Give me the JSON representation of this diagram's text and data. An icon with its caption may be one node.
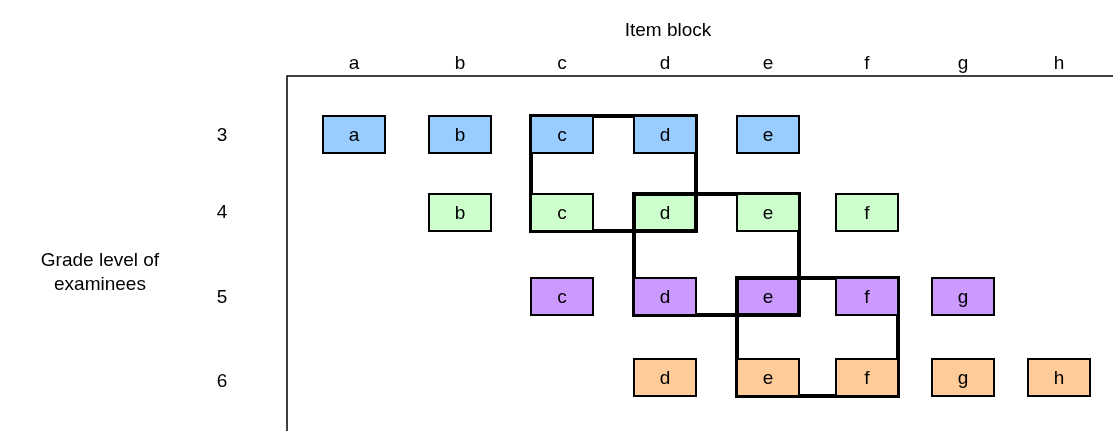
{
  "diagram": {
    "nodes": [
      {
        "text": [],
        "shape": "box"
      },
      {
        "text": [],
        "shape": "box"
      },
      {
        "text": [],
        "shape": "box"
      },
      {
        "text": [
          "a"
        ]
      },
      {
        "text": [
          "b"
        ]
      },
      {
        "text": [
          "c"
        ],
        "in": 0
      },
      {
        "text": [
          "d"
        ],
        "in": 0
      },
      {
        "text": [
          "e"
        ]
      },
      {
        "text": [
          "b"
        ]
      },
      {
        "text": [
          "c"
        ],
        "in": 0
      },
      {
        "text": [
          "d"
        ]
      },
      {
        "text": [
          "e"
        ],
        "in": 1
      },
      {
        "text": [
          "f"
        ]
      },
      {
        "text": [
          "c"
        ]
      },
      {
        "text": [
          "d"
        ],
        "in": 1
      },
      {
        "text": [
          "e"
        ]
      },
      {
        "text": [
          "f"
        ],
        "in": 2
      },
      {
        "text": [
          "g"
        ]
      },
      {
        "text": [
          "d"
        ]
      },
      {
        "text": [
          "e"
        ],
        "in": 2
      },
      {
        "text": [
          "f"
        ],
        "in": 2
      },
      {
        "text": [
          "g"
        ]
      },
      {
        "text": [
          "h"
        ]
      }
    ],
    "labels": [
      "Item block",
      "a",
      "b",
      "c",
      "d",
      "e",
      "f",
      "g",
      "h",
      "3",
      "4",
      "Grade level of examinees",
      "5",
      "6"
    ]
  }
}
